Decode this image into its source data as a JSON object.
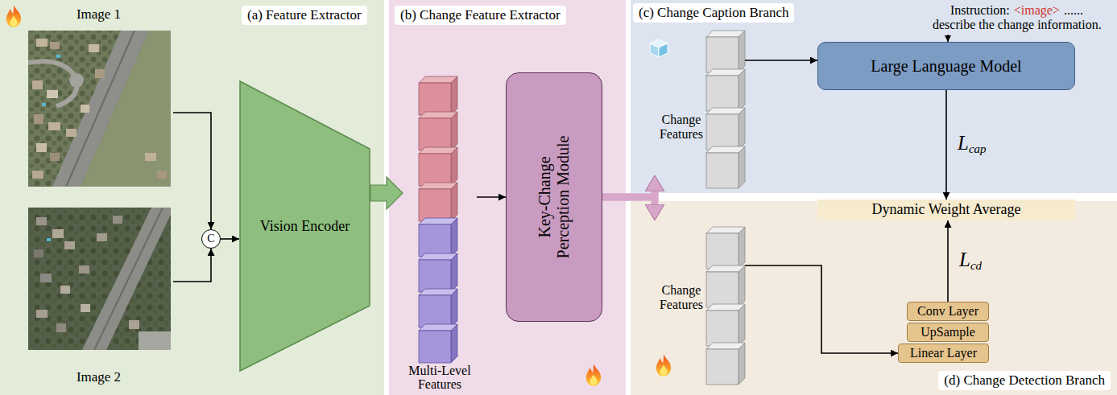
{
  "diagram": {
    "nodes": [
      {
        "text": [
          "(a) Feature Extractor"
        ]
      },
      {
        "text": [
          "Image 1"
        ],
        "in": 0
      },
      {
        "text": [
          "Image 2"
        ],
        "in": 0
      },
      {
        "text": [
          "C"
        ],
        "in": 0
      },
      {
        "text": [
          "Vision Encoder"
        ],
        "in": 0
      },
      {
        "text": [
          "(b) Change Feature Extractor"
        ]
      },
      {
        "text": [
          "Multi-Level Features"
        ],
        "in": 5
      },
      {
        "text": [
          "Key-Change Perception Module"
        ],
        "in": 5
      },
      {
        "text": [
          "(c) Change Caption Branch"
        ]
      },
      {
        "text": [
          "Change Features"
        ],
        "in": 8
      },
      {
        "text": [
          "Large Language Model"
        ],
        "in": 8
      },
      {
        "text": [
          "Dynamic Weight Average"
        ]
      },
      {
        "text": [
          "(d) Change Detection Branch"
        ]
      },
      {
        "text": [
          "Change Features"
        ],
        "in": 12
      },
      {
        "text": [
          "Linear Layer"
        ],
        "in": 12
      },
      {
        "text": [
          "UpSample"
        ],
        "in": 12
      },
      {
        "text": [
          "Conv Layer"
        ],
        "in": 12
      }
    ],
    "edges": [
      {
        "from": 1,
        "to": 3,
        "arrow": "to"
      },
      {
        "from": 2,
        "to": 3,
        "arrow": "to"
      },
      {
        "from": 3,
        "to": 4,
        "arrow": "to"
      },
      {
        "from": 4,
        "to": 6,
        "arrow": "to"
      },
      {
        "from": 6,
        "to": 7,
        "arrow": "to"
      },
      {
        "from": 7,
        "to": 8,
        "arrow": "to"
      },
      {
        "from": 7,
        "to": 12,
        "arrow": "to"
      },
      {
        "from": 9,
        "to": 10,
        "arrow": "to"
      },
      {
        "from": 10,
        "to": 11,
        "label": "Lcap",
        "arrow": "to"
      },
      {
        "from": 13,
        "to": 14,
        "arrow": "to"
      },
      {
        "from": 16,
        "to": 11,
        "label": "Lcd",
        "arrow": "to"
      }
    ],
    "labels": [
      "Instruction:",
      "<image>",
      "......",
      "describe the change information."
    ]
  }
}
